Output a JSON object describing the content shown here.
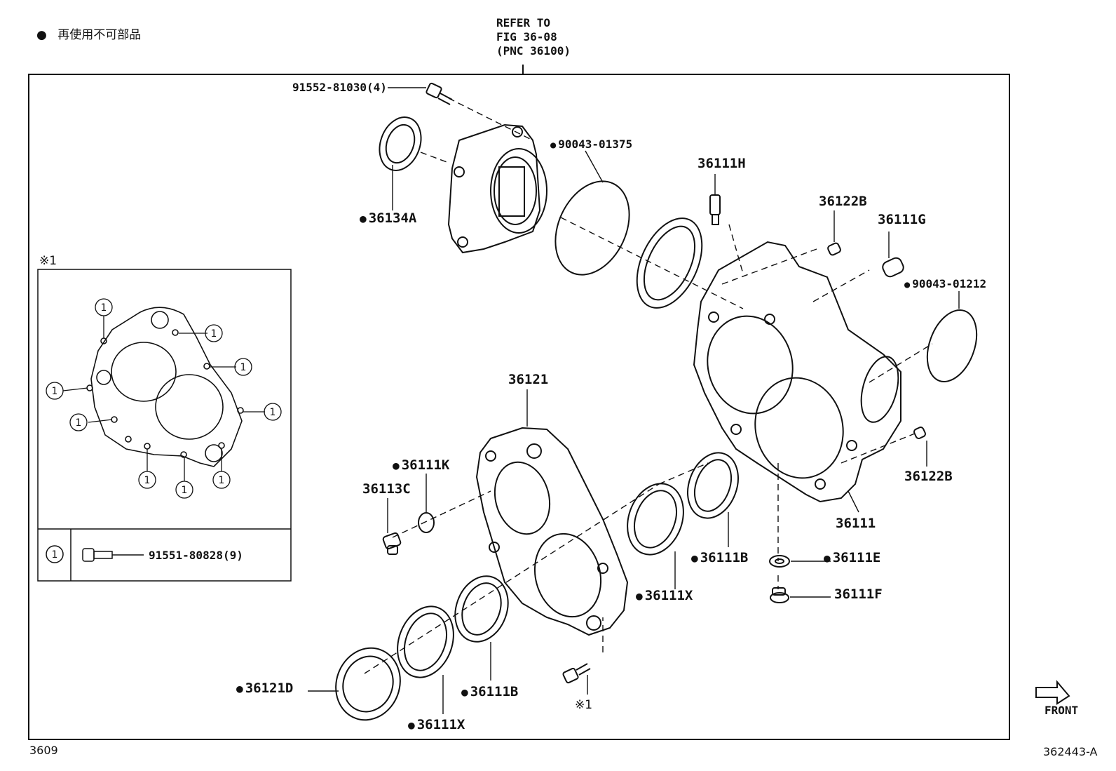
{
  "legend": {
    "bullet": "●",
    "text": "再使用不可部品"
  },
  "refer": {
    "line1": "REFER TO",
    "line2": "FIG 36-08",
    "line3": "(PNC 36100)"
  },
  "inset": {
    "marker": "※1",
    "circled_num": "①",
    "bolt_label": "91551-80828(9)"
  },
  "parts": {
    "p91552": "91552-81030(4)",
    "p90043_01375": "90043-01375",
    "p36134A": "36134A",
    "p36111H": "36111H",
    "p36122B_top": "36122B",
    "p36111G": "36111G",
    "p90043_01212": "90043-01212",
    "p36121": "36121",
    "p36111K": "36111K",
    "p36113C": "36113C",
    "p36122B_bot": "36122B",
    "p36111": "36111",
    "p36111B_mid": "36111B",
    "p36111E": "36111E",
    "p36111X_mid": "36111X",
    "p36111F": "36111F",
    "p36121D": "36121D",
    "p36111B_low": "36111B",
    "p36111X_low": "36111X",
    "p_note1": "※1"
  },
  "front": "FRONT",
  "footer": {
    "left": "3609",
    "right": "362443-A"
  }
}
